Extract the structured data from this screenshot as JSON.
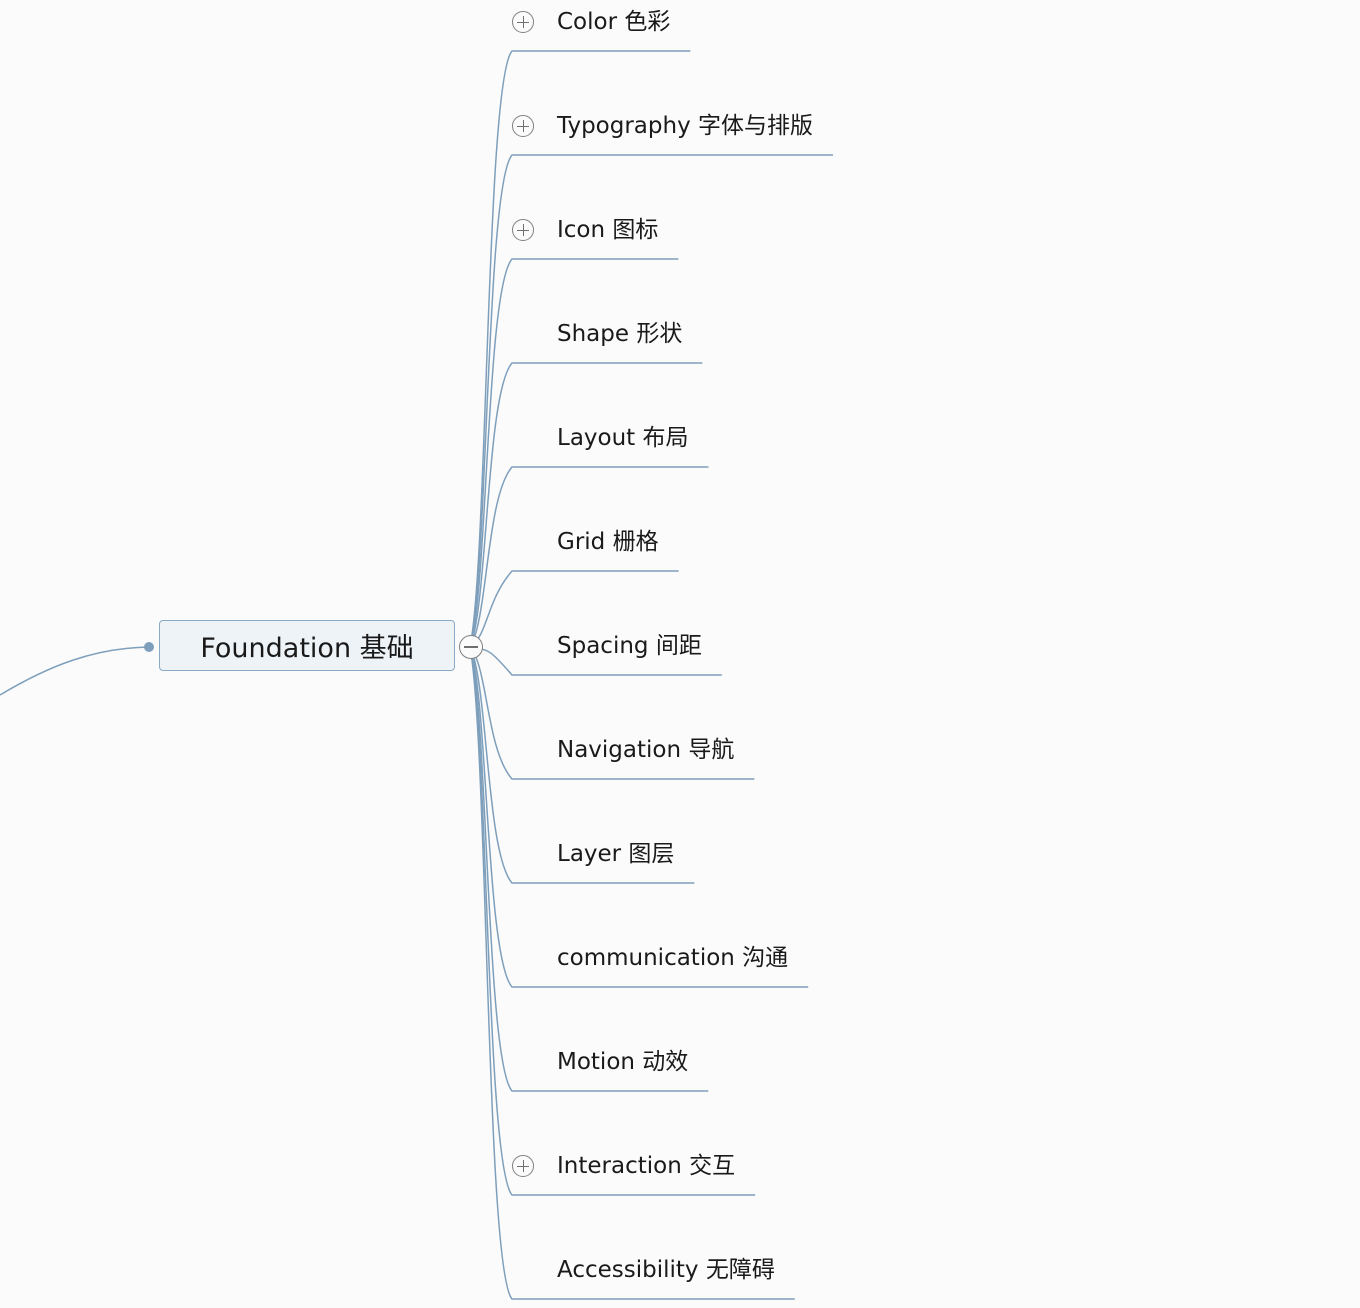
{
  "root": {
    "label": "Foundation 基础",
    "collapse_icon": "minus-circle-icon"
  },
  "colors": {
    "connector": "#7e9fbb",
    "node_fill": "#eef3f8",
    "node_border": "#8aa9c4",
    "background": "#fbfbfb"
  },
  "branches": [
    {
      "label": "Color 色彩",
      "collapsed": true
    },
    {
      "label": "Typography 字体与排版",
      "collapsed": true
    },
    {
      "label": "Icon 图标",
      "collapsed": true
    },
    {
      "label": "Shape 形状",
      "collapsed": false
    },
    {
      "label": "Layout 布局",
      "collapsed": false
    },
    {
      "label": "Grid 栅格",
      "collapsed": false
    },
    {
      "label": "Spacing 间距",
      "collapsed": false
    },
    {
      "label": "Navigation 导航",
      "collapsed": false
    },
    {
      "label": "Layer 图层",
      "collapsed": false
    },
    {
      "label": "communication 沟通",
      "collapsed": false
    },
    {
      "label": "Motion 动效",
      "collapsed": false
    },
    {
      "label": "Interaction 交互",
      "collapsed": true
    },
    {
      "label": "Accessibility 无障碍",
      "collapsed": false
    }
  ]
}
